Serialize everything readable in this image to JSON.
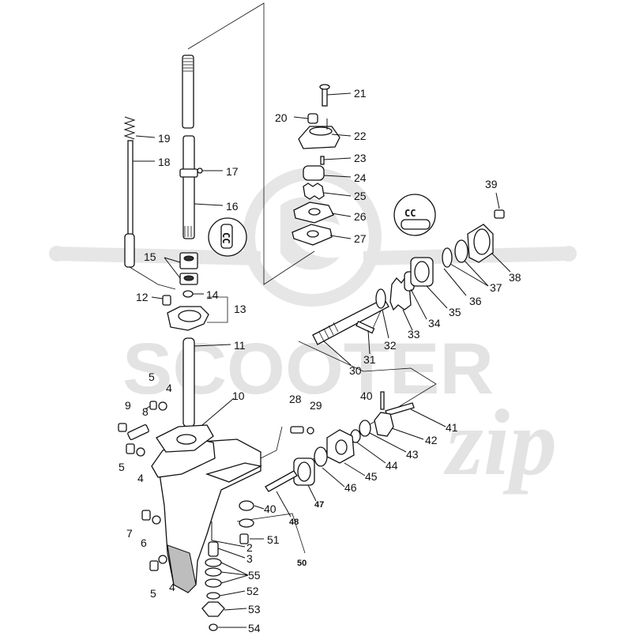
{
  "watermark": {
    "brand": "SCOOTER",
    "suffix": "zip"
  },
  "badges": {
    "left_badge": "CC",
    "right_badge": "CC"
  },
  "callouts": {
    "c2": "2",
    "c3": "3",
    "c4a": "4",
    "c4b": "4",
    "c4c": "4",
    "c5a": "5",
    "c5b": "5",
    "c5c": "5",
    "c6": "6",
    "c7": "7",
    "c8": "8",
    "c9": "9",
    "c10": "10",
    "c11": "11",
    "c12": "12",
    "c13": "13",
    "c14": "14",
    "c15": "15",
    "c16": "16",
    "c17": "17",
    "c18": "18",
    "c19": "19",
    "c20": "20",
    "c21": "21",
    "c22": "22",
    "c23": "23",
    "c24": "24",
    "c25": "25",
    "c26": "26",
    "c27": "27",
    "c28": "28",
    "c29": "29",
    "c30": "30",
    "c31": "31",
    "c32": "32",
    "c33": "33",
    "c34": "34",
    "c35": "35",
    "c36": "36",
    "c37": "37",
    "c38": "38",
    "c39": "39",
    "c40a": "40",
    "c40b": "40",
    "c41": "41",
    "c42": "42",
    "c43": "43",
    "c44": "44",
    "c45": "45",
    "c46": "46",
    "c47": "47",
    "c48": "48",
    "c50": "50",
    "c51": "51",
    "c52": "52",
    "c53": "53",
    "c54": "54",
    "c55": "55"
  }
}
